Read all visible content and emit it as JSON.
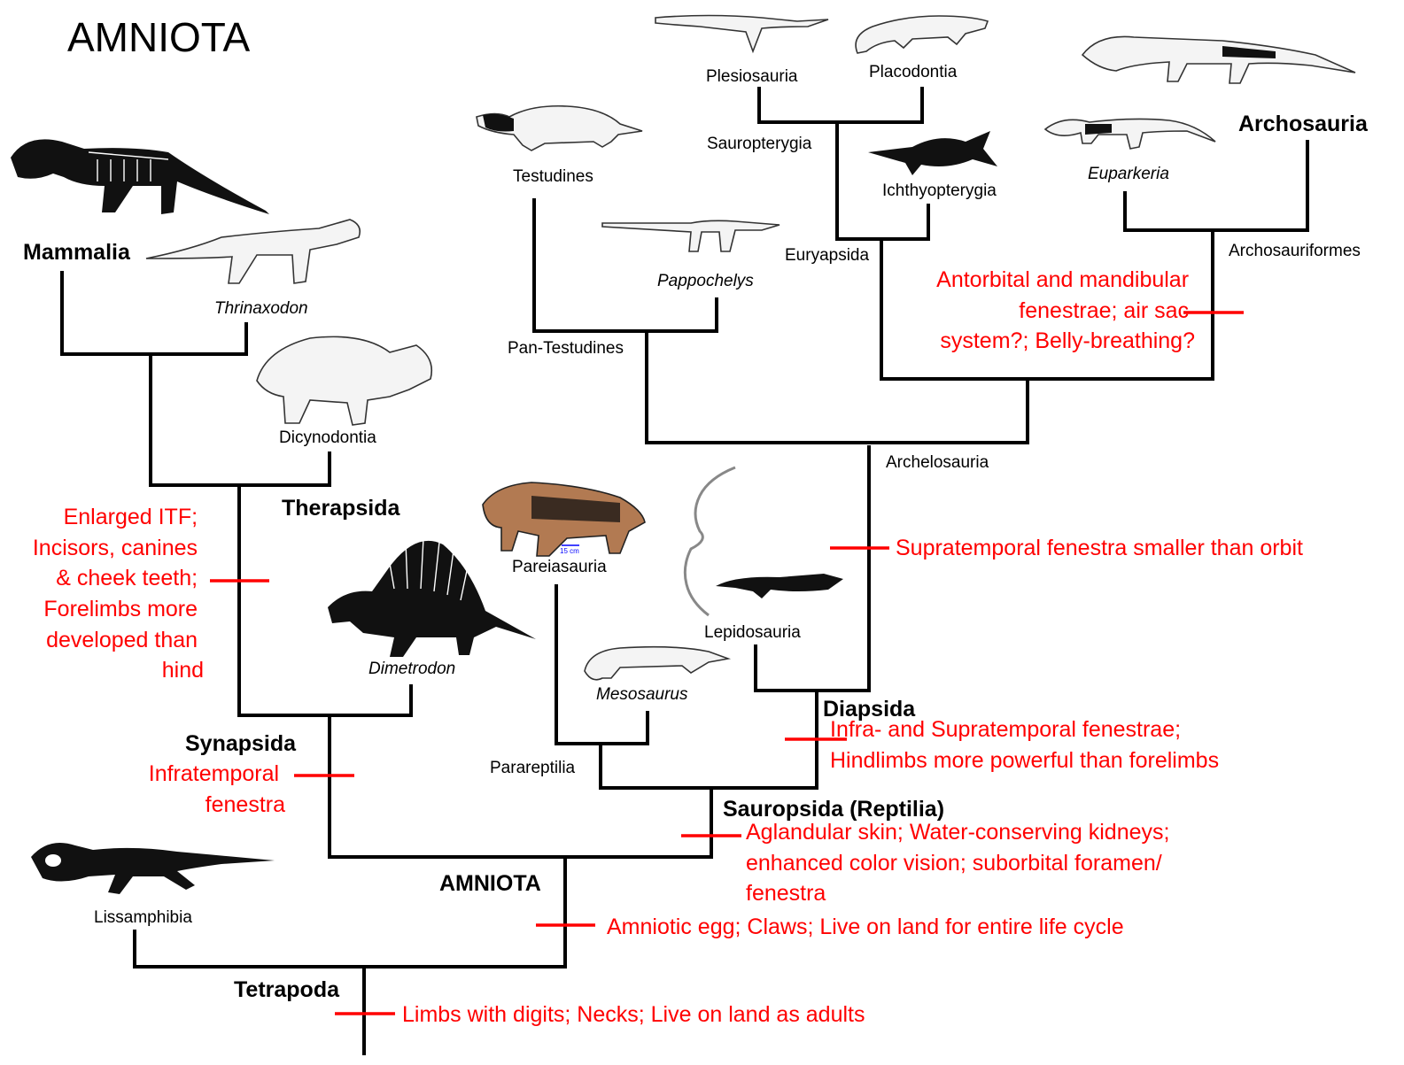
{
  "title": "AMNIOTA",
  "taxa": {
    "mammalia": "Mammalia",
    "thrinaxodon": "Thrinaxodon",
    "dicynodontia": "Dicynodontia",
    "therapsida": "Therapsida",
    "dimetrodon": "Dimetrodon",
    "synapsida": "Synapsida",
    "lissamphibia": "Lissamphibia",
    "amniota": "AMNIOTA",
    "tetrapoda": "Tetrapoda",
    "testudines": "Testudines",
    "pappochelys": "Pappochelys",
    "pan_testudines": "Pan-Testudines",
    "plesiosauria": "Plesiosauria",
    "placodontia": "Placodontia",
    "sauropterygia": "Sauropterygia",
    "ichthyopterygia": "Ichthyopterygia",
    "euryapsida": "Euryapsida",
    "euparkeria": "Euparkeria",
    "archosauria": "Archosauria",
    "archosauriformes": "Archosauriformes",
    "archelosauria": "Archelosauria",
    "pareiasauria": "Pareiasauria",
    "lepidosauria": "Lepidosauria",
    "mesosaurus": "Mesosaurus",
    "parareptilia": "Parareptilia",
    "diapsida": "Diapsida",
    "sauropsida": "Sauropsida (Reptilia)"
  },
  "synapomorphies": {
    "therapsida": [
      "Enlarged ITF;",
      "Incisors, canines",
      "& cheek teeth;",
      "Forelimbs more",
      "developed than",
      "hind"
    ],
    "synapsida": [
      "Infratemporal",
      "fenestra"
    ],
    "archosauriformes": [
      "Antorbital and mandibular",
      "fenestrae; air sac",
      "system?; Belly-breathing?"
    ],
    "archelosauria": [
      "Supratemporal fenestra smaller than orbit"
    ],
    "diapsida": [
      "Infra- and Supratemporal fenestrae;",
      "Hindlimbs more powerful than forelimbs"
    ],
    "sauropsida": [
      "Aglandular skin; Water-conserving kidneys;",
      "enhanced color vision; suborbital foramen/",
      "fenestra"
    ],
    "amniota": [
      "Amniotic egg; Claws; Live on land for entire life cycle"
    ],
    "tetrapoda": [
      "Limbs with digits; Necks; Live on land as adults"
    ]
  },
  "scale_label": "15 cm",
  "colors": {
    "branch": "#000000",
    "synapomorphy": "#ff0000",
    "pareiasaur_fill": "#b27a52"
  }
}
